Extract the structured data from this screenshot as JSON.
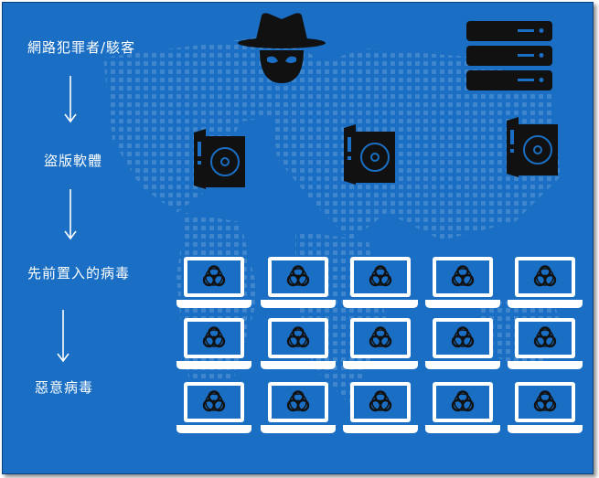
{
  "steps": [
    {
      "label": "網路犯罪者/駭客"
    },
    {
      "label": "盜版軟體"
    },
    {
      "label": "先前置入的病毒"
    },
    {
      "label": "惡意病毒"
    }
  ],
  "icons": {
    "hacker": "hacker-icon",
    "server": "server-icon",
    "software": "pirated-software-icon",
    "laptop": "infected-laptop-icon"
  },
  "colors": {
    "background": "#1a6fc4",
    "icon": "#111111",
    "text": "#ffffff"
  }
}
